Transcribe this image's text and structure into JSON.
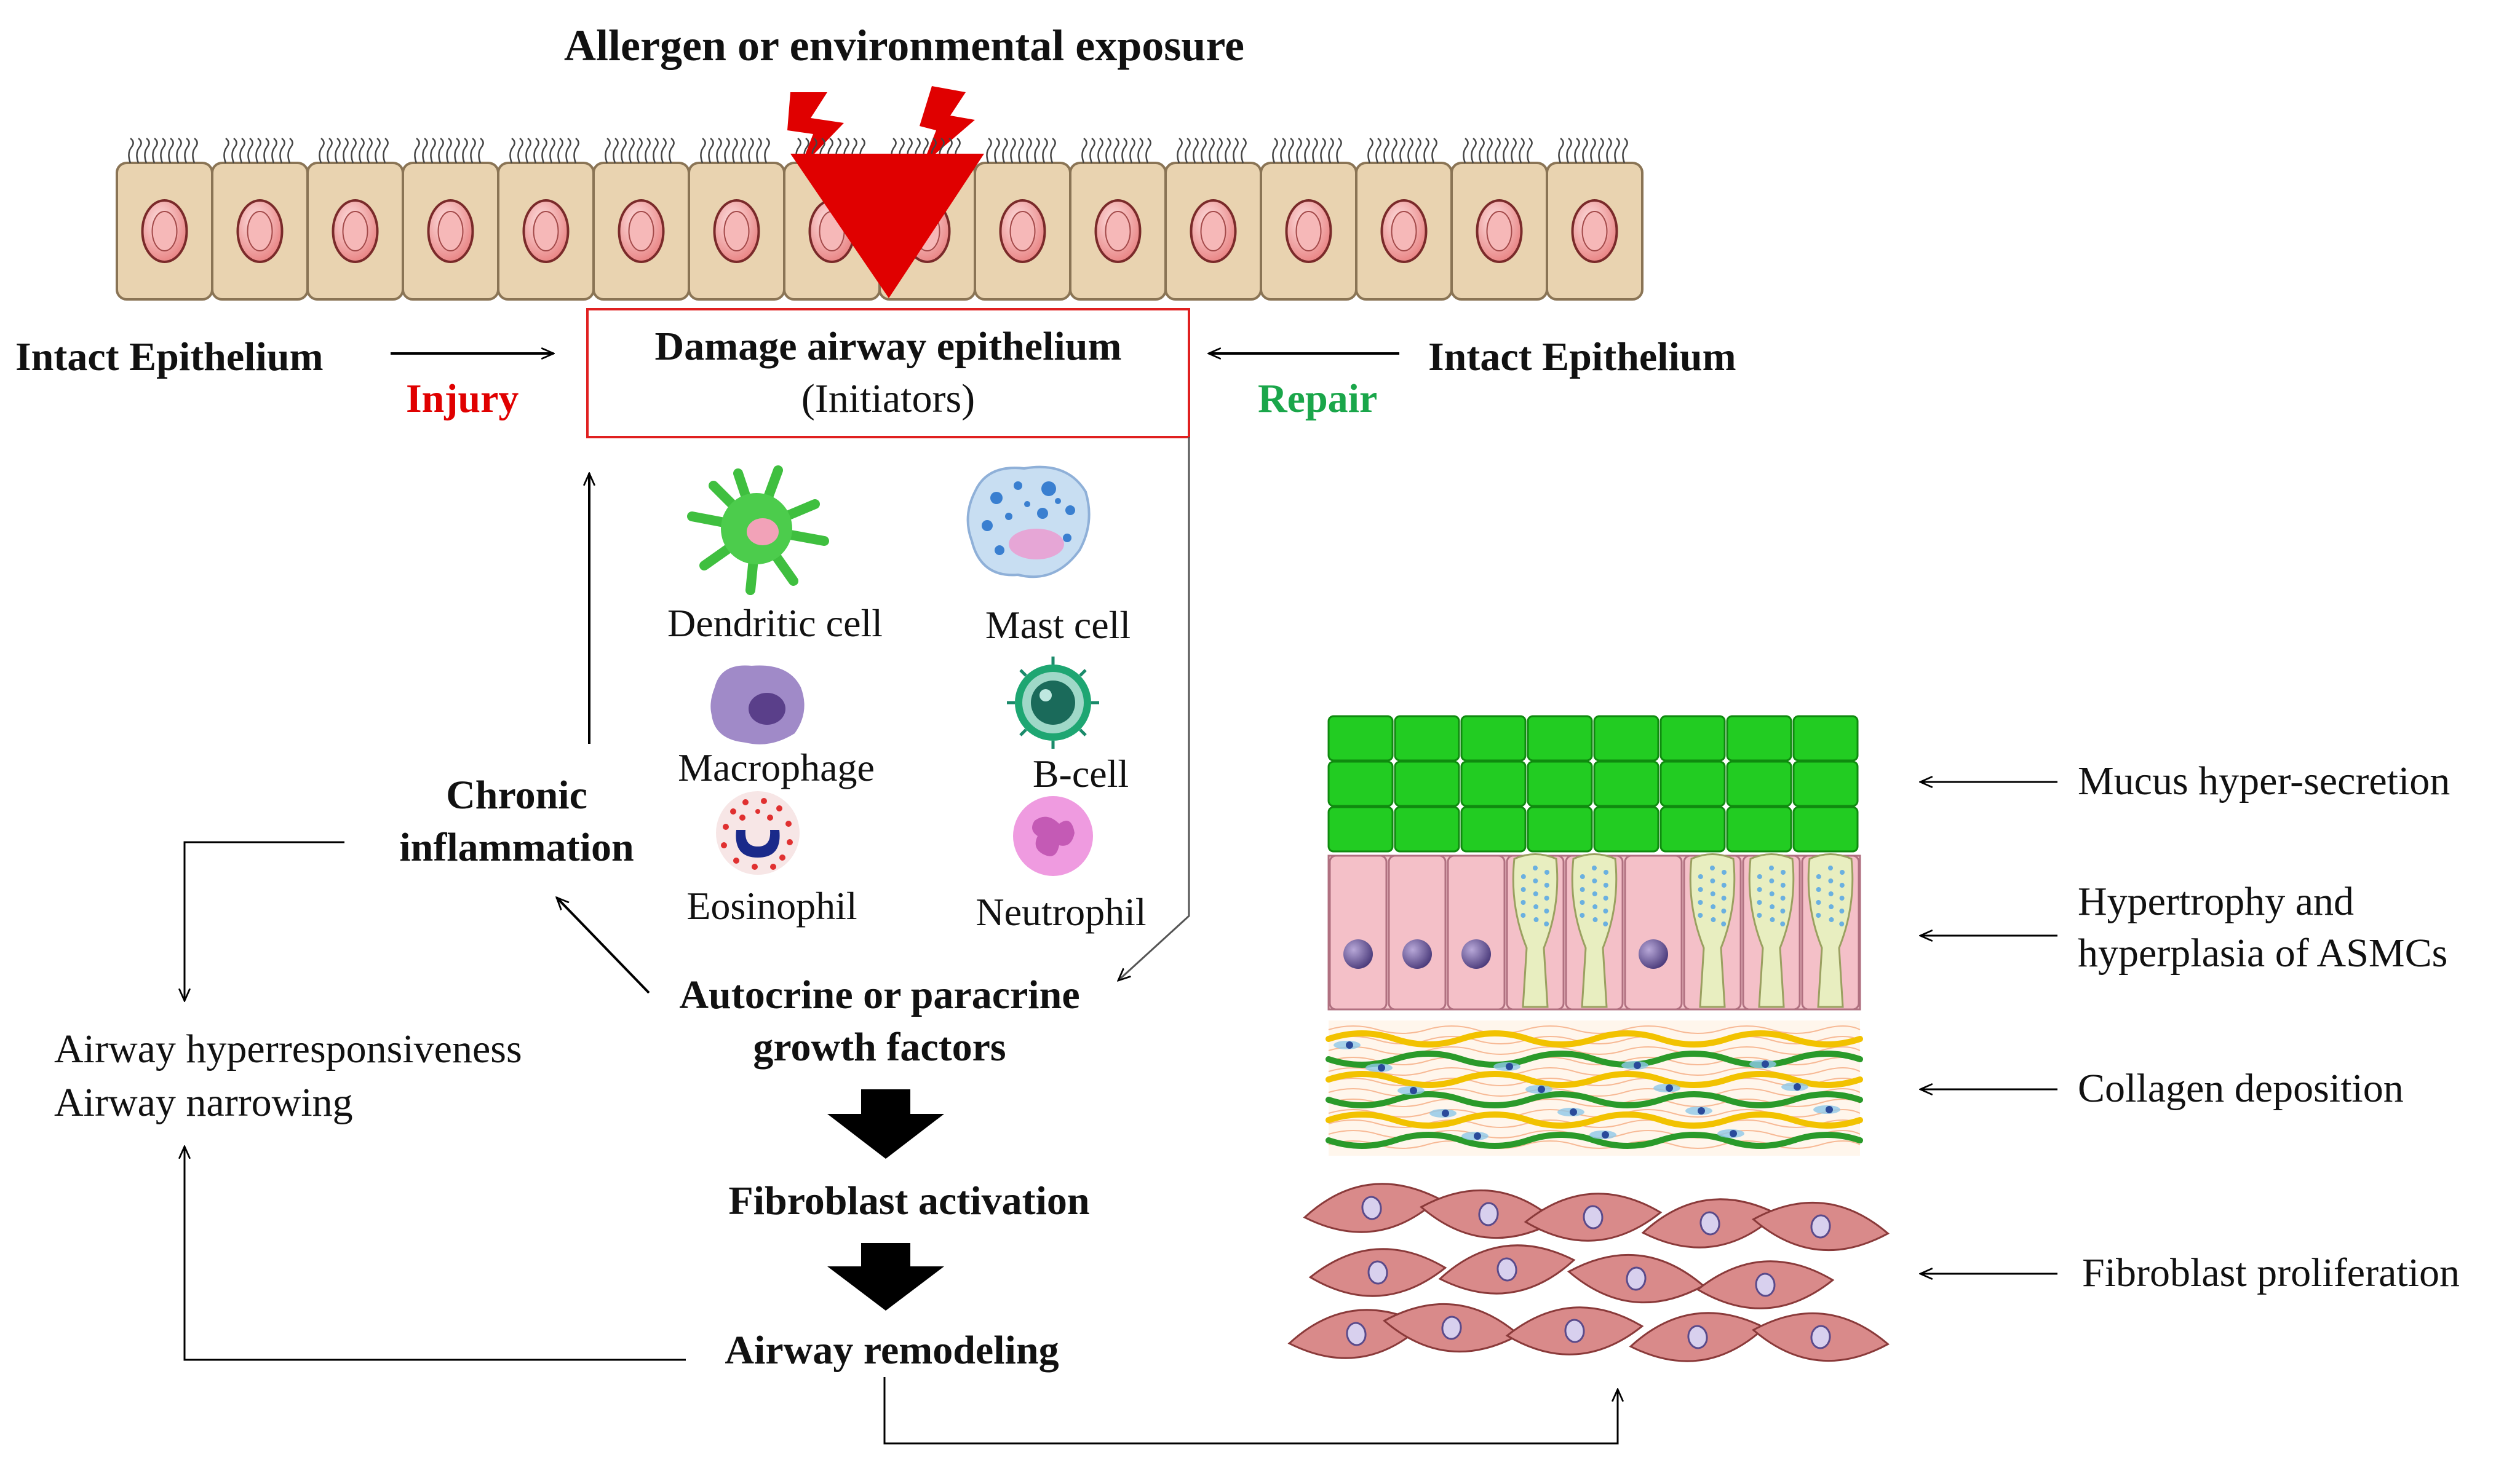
{
  "header": {
    "title": "Allergen or environmental exposure"
  },
  "epithelium": {
    "left_label": "Intact Epithelium",
    "right_label": "Intact Epithelium",
    "injury_label": "Injury",
    "repair_label": "Repair",
    "injury_color": "#e00000",
    "repair_color": "#1aa64a"
  },
  "damage_box": {
    "title": "Damage airway epithelium",
    "subtitle": "(Initiators)",
    "border_color": "#e02020"
  },
  "immune_cells": {
    "dendritic": "Dendritic cell",
    "mast": "Mast cell",
    "macrophage": "Macrophage",
    "bcell": "B-cell",
    "eosinophil": "Eosinophil",
    "neutrophil": "Neutrophil"
  },
  "flow": {
    "chronic_line1": "Chronic",
    "chronic_line2": "inflammation",
    "growth_line1": "Autocrine or paracrine",
    "growth_line2": "growth factors",
    "fibroblast_activation": "Fibroblast activation",
    "remodeling": "Airway remodeling",
    "outcome_line1": "Airway hyperresponsiveness",
    "outcome_line2": "Airway narrowing"
  },
  "layers": {
    "mucus": "Mucus hyper-secretion",
    "asmc_line1": "Hypertrophy and",
    "asmc_line2": "hyperplasia of  ASMCs",
    "collagen": "Collagen deposition",
    "fibroblast": "Fibroblast proliferation"
  },
  "colors": {
    "mucus_green": "#22cc22",
    "cell_beige": "#e9d3b0",
    "nucleus_pink": "#f4a3a3",
    "arrow_black": "#000000"
  }
}
